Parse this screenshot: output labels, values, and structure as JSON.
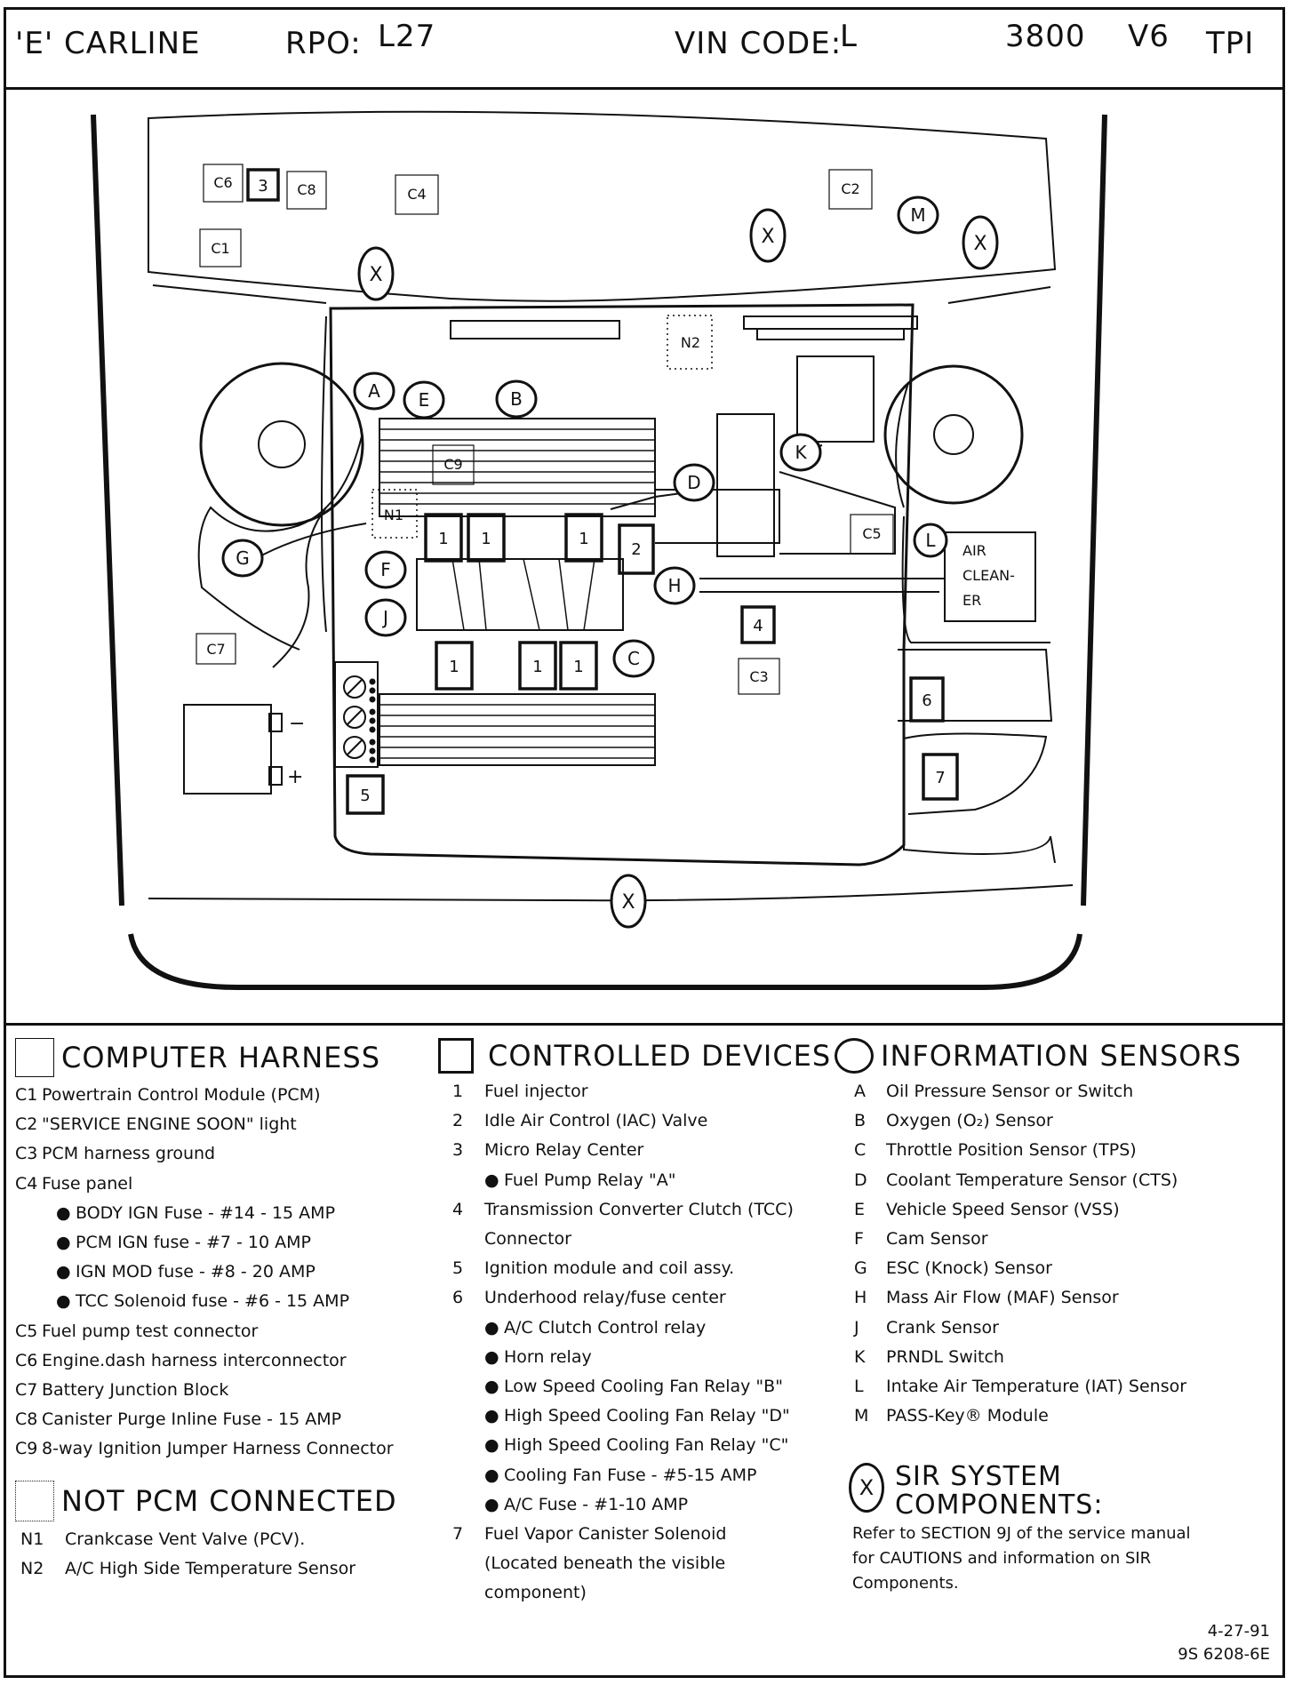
{
  "header": {
    "carline": "'E' CARLINE",
    "rpo_label": "RPO:",
    "rpo_value": "L27",
    "vin_label": "VIN CODE:",
    "vin_value": "L",
    "engine": "3800",
    "engine_type": "V6",
    "engine_suffix": "TPI"
  },
  "diagram": {
    "labels": {
      "c1": "C1",
      "c2": "C2",
      "c3": "C3",
      "c4": "C4",
      "c5": "C5",
      "c6": "C6",
      "c7": "C7",
      "c8": "C8",
      "c9": "C9",
      "n1": "N1",
      "n2": "N2",
      "d1": "1",
      "d2": "2",
      "d3": "3",
      "d4": "4",
      "d5": "5",
      "d6": "6",
      "d7": "7",
      "sA": "A",
      "sB": "B",
      "sC": "C",
      "sD": "D",
      "sE": "E",
      "sF": "F",
      "sG": "G",
      "sH": "H",
      "sJ": "J",
      "sK": "K",
      "sL": "L",
      "sM": "M",
      "x": "X",
      "minus": "−",
      "plus": "+",
      "air1": "AIR",
      "air2": "CLEAN-",
      "air3": "ER"
    }
  },
  "legend": {
    "computer_harness": {
      "title": "COMPUTER HARNESS",
      "items": [
        {
          "code": "C1",
          "text": "Powertrain Control Module (PCM)"
        },
        {
          "code": "C2",
          "text": "\"SERVICE ENGINE SOON\" light"
        },
        {
          "code": "C3",
          "text": "PCM harness ground"
        },
        {
          "code": "C4",
          "text": "Fuse panel"
        },
        {
          "bullet": "BODY IGN Fuse -  #14 - 15 AMP"
        },
        {
          "bullet": "PCM IGN fuse - #7 - 10 AMP"
        },
        {
          "bullet": "IGN MOD fuse - #8 - 20 AMP"
        },
        {
          "bullet": "TCC Solenoid fuse - #6 - 15 AMP"
        },
        {
          "code": "C5",
          "text": "Fuel pump test connector"
        },
        {
          "code": "C6",
          "text": "Engine.dash harness interconnector"
        },
        {
          "code": "C7",
          "text": "Battery Junction Block"
        },
        {
          "code": "C8",
          "text": "Canister Purge Inline Fuse - 15 AMP"
        },
        {
          "code": "C9",
          "text": "8-way Ignition Jumper Harness Connector"
        }
      ]
    },
    "not_pcm": {
      "title": "NOT PCM CONNECTED",
      "items": [
        {
          "code": "N1",
          "text": "Crankcase Vent Valve (PCV)."
        },
        {
          "code": "N2",
          "text": "A/C High Side Temperature Sensor"
        }
      ]
    },
    "controlled_devices": {
      "title": "CONTROLLED DEVICES",
      "items": [
        {
          "code": "1",
          "text": "Fuel injector"
        },
        {
          "code": "2",
          "text": "Idle Air Control (IAC) Valve"
        },
        {
          "code": "3",
          "text": "Micro Relay Center"
        },
        {
          "bullet": "Fuel Pump Relay \"A\""
        },
        {
          "code": "4",
          "text": "Transmission Converter Clutch (TCC)"
        },
        {
          "cont": "Connector"
        },
        {
          "code": "5",
          "text": "Ignition module and coil assy."
        },
        {
          "code": "6",
          "text": "Underhood relay/fuse center"
        },
        {
          "bullet": "A/C Clutch Control relay"
        },
        {
          "bullet": "Horn relay"
        },
        {
          "bullet": "Low Speed Cooling Fan Relay \"B\""
        },
        {
          "bullet": "High Speed Cooling Fan Relay \"D\""
        },
        {
          "bullet": "High Speed Cooling Fan Relay \"C\""
        },
        {
          "bullet": "Cooling Fan Fuse - #5-15 AMP"
        },
        {
          "bullet": "A/C Fuse - #1-10 AMP"
        },
        {
          "code": "7",
          "text": "Fuel Vapor Canister Solenoid"
        },
        {
          "cont": "(Located beneath the visible"
        },
        {
          "cont": "component)"
        }
      ]
    },
    "information_sensors": {
      "title": "INFORMATION SENSORS",
      "items": [
        {
          "code": "A",
          "text": "Oil Pressure Sensor or Switch"
        },
        {
          "code": "B",
          "text": "Oxygen (O₂) Sensor"
        },
        {
          "code": "C",
          "text": "Throttle Position Sensor (TPS)"
        },
        {
          "code": "D",
          "text": "Coolant Temperature Sensor (CTS)"
        },
        {
          "code": "E",
          "text": "Vehicle Speed Sensor (VSS)"
        },
        {
          "code": "F",
          "text": "Cam Sensor"
        },
        {
          "code": "G",
          "text": "ESC (Knock) Sensor"
        },
        {
          "code": "H",
          "text": "Mass Air Flow (MAF) Sensor"
        },
        {
          "code": "J",
          "text": "Crank Sensor"
        },
        {
          "code": "K",
          "text": "PRNDL Switch"
        },
        {
          "code": "L",
          "text": "Intake Air Temperature (IAT) Sensor"
        },
        {
          "code": "M",
          "text": "PASS-Key® Module"
        }
      ]
    },
    "sir": {
      "x": "X",
      "title1": "SIR SYSTEM",
      "title2": "COMPONENTS:",
      "note1": "Refer to SECTION 9J of the service manual",
      "note2": "for CAUTIONS and information on SIR",
      "note3": "Components."
    },
    "date": "4-27-91",
    "doc_number": "9S 6208-6E"
  }
}
